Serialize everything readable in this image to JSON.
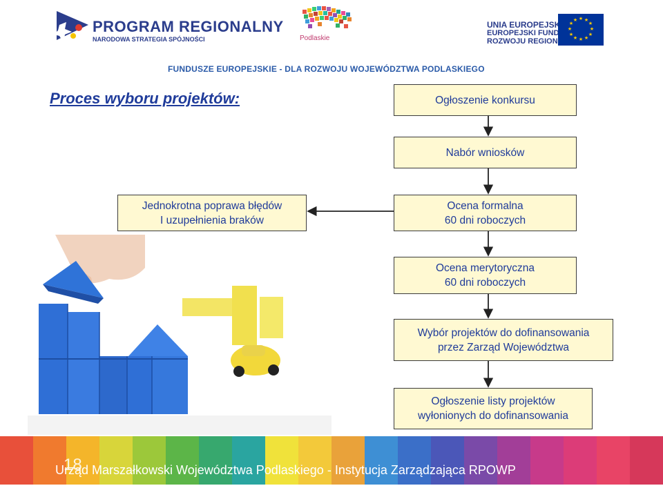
{
  "header": {
    "program_title": "PROGRAM REGIONALNY",
    "program_subtitle": "NARODOWA STRATEGIA SPÓJNOŚCI",
    "region_label": "Podlaskie",
    "eu_line1": "UNIA EUROPEJSKA",
    "eu_line2": "EUROPEJSKI FUNDUSZ",
    "eu_line3": "ROZWOJU REGIONALNEGO",
    "strip": "FUNDUSZE EUROPEJSKIE - DLA ROZWOJU WOJEWÓDZTWA PODLASKIEGO"
  },
  "heading": "Proces wyboru projektów:",
  "flow": {
    "step1": "Ogłoszenie konkursu",
    "step2": "Nabór wniosków",
    "step3_line1": "Ocena formalna",
    "step3_line2": "60 dni roboczych",
    "side_line1": "Jednokrotna poprawa błędów",
    "side_line2": "I uzupełnienia braków",
    "step4_line1": "Ocena merytoryczna",
    "step4_line2": "60 dni roboczych",
    "step5_line1": "Wybór projektów do dofinansowania",
    "step5_line2": "przez Zarząd Województwa",
    "step6_line1": "Ogłoszenie listy projektów",
    "step6_line2": "wyłonionych do dofinansowania"
  },
  "footer": {
    "page_number": "18",
    "text": "Urząd Marszałkowski Województwa Podlaskiego - Instytucja Zarządzająca RPOWP"
  },
  "colors": {
    "heading": "#1f3b9a",
    "box_fill": "#fff9d2",
    "box_text": "#1f3b9a",
    "blocks_blue": "#2a6fd6",
    "blocks_yellow": "#f2e24a"
  }
}
